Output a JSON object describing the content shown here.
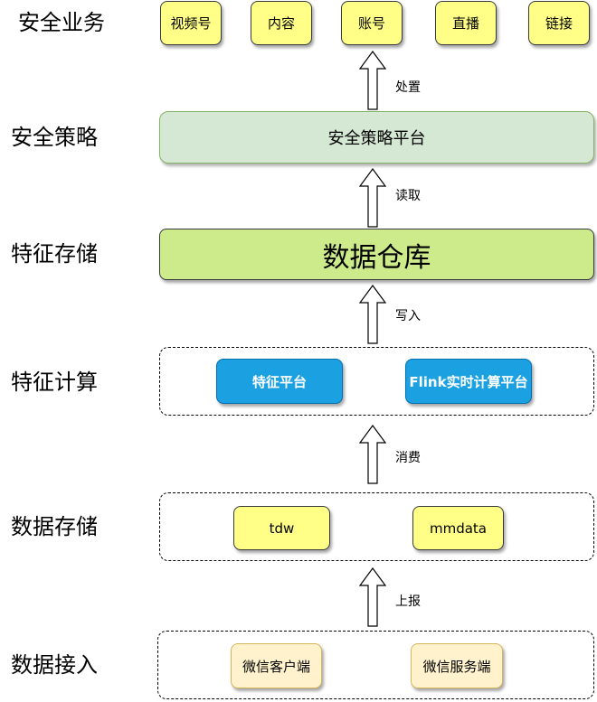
{
  "layers": {
    "business": "安全业务",
    "strategy": "安全策略",
    "feature_storage": "特征存储",
    "feature_compute": "特征计算",
    "data_storage": "数据存储",
    "data_ingest": "数据接入"
  },
  "business_items": [
    "视频号",
    "内容",
    "账号",
    "直播",
    "链接"
  ],
  "strategy_platform": "安全策略平台",
  "warehouse": "数据仓库",
  "compute": {
    "feature_platform": "特征平台",
    "flink_platform": "Flink实时计算平台"
  },
  "storage": {
    "tdw": "tdw",
    "mmdata": "mmdata"
  },
  "ingest": {
    "client": "微信客户端",
    "server": "微信服务端"
  },
  "arrows": {
    "handle": "处置",
    "read": "读取",
    "write": "写入",
    "consume": "消费",
    "report": "上报"
  }
}
